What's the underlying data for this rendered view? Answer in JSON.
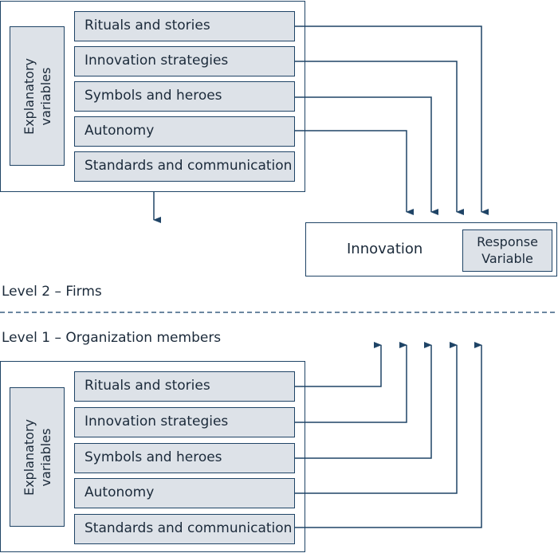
{
  "level2": {
    "side_label_line1": "Explanatory",
    "side_label_line2": "variables",
    "items": [
      {
        "label": "Rituals and stories"
      },
      {
        "label": "Innovation strategies"
      },
      {
        "label": "Symbols and heroes"
      },
      {
        "label": "Autonomy"
      },
      {
        "label": "Standards and communication"
      }
    ],
    "level_label": "Level 2 – Firms"
  },
  "response": {
    "innovation_label": "Innovation",
    "response_line1": "Response",
    "response_line2": "Variable"
  },
  "level1": {
    "side_label_line1": "Explanatory",
    "side_label_line2": "variables",
    "items": [
      {
        "label": "Rituals and stories"
      },
      {
        "label": "Innovation strategies"
      },
      {
        "label": "Symbols and heroes"
      },
      {
        "label": "Autonomy"
      },
      {
        "label": "Standards and communication"
      }
    ],
    "level_label": "Level 1 – Organization members"
  },
  "colors": {
    "line": "#1f4466",
    "box_fill": "#dde2e8",
    "divider": "#3a5f80"
  }
}
